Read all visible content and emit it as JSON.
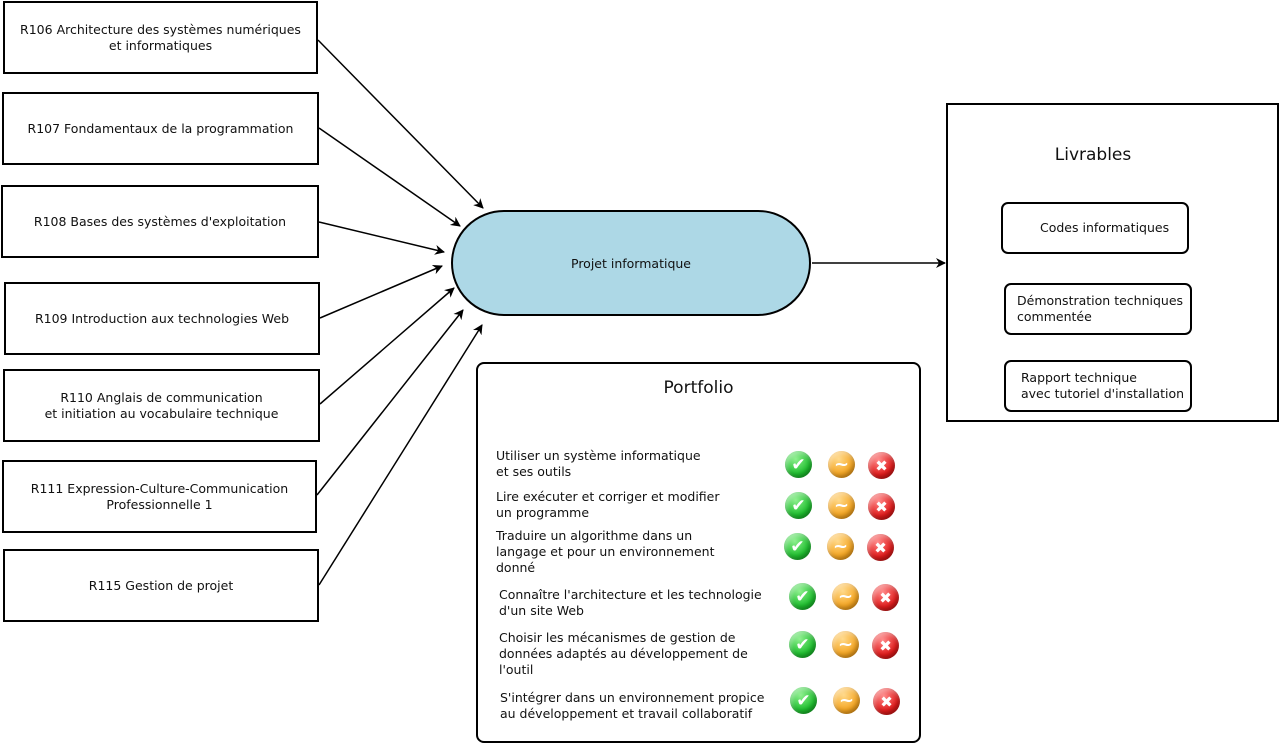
{
  "ressources": [
    {
      "label": "R106 Architecture des systèmes numériques\net informatiques"
    },
    {
      "label": "R107 Fondamentaux de la programmation"
    },
    {
      "label": "R108 Bases des systèmes d'exploitation"
    },
    {
      "label": "R109 Introduction aux technologies Web"
    },
    {
      "label": "R110 Anglais de communication\net initiation au vocabulaire technique"
    },
    {
      "label": "R111 Expression-Culture-Communication\nProfessionnelle 1"
    },
    {
      "label": "R115 Gestion de projet"
    }
  ],
  "projet": {
    "label": "Projet informatique",
    "fill": "#add8e6"
  },
  "livrables": {
    "title": "Livrables",
    "items": [
      {
        "label": "Codes informatiques"
      },
      {
        "label": "Démonstration techniques\ncommentée"
      },
      {
        "label": "Rapport technique\navec tutoriel d'installation"
      }
    ]
  },
  "portfolio": {
    "title": "Portfolio",
    "icons": {
      "ok": "check-icon",
      "partial": "tilde-icon",
      "ko": "cross-icon"
    },
    "icon_glyphs": {
      "ok": "✔",
      "partial": "~",
      "ko": "✖"
    },
    "skills": [
      {
        "label": "Utiliser un système informatique\net ses outils"
      },
      {
        "label": "Lire exécuter et corriger et modifier\n un programme"
      },
      {
        "label": "Traduire un algorithme dans un\nlangage et pour un environnement\ndonné"
      },
      {
        "label": "Connaître l'architecture et les technologie\nd'un site Web"
      },
      {
        "label": "Choisir les mécanismes de gestion de\ndonnées adaptés au développement de\nl'outil"
      },
      {
        "label": "S'intégrer dans un environnement propice\nau développement et travail collaboratif"
      }
    ]
  }
}
